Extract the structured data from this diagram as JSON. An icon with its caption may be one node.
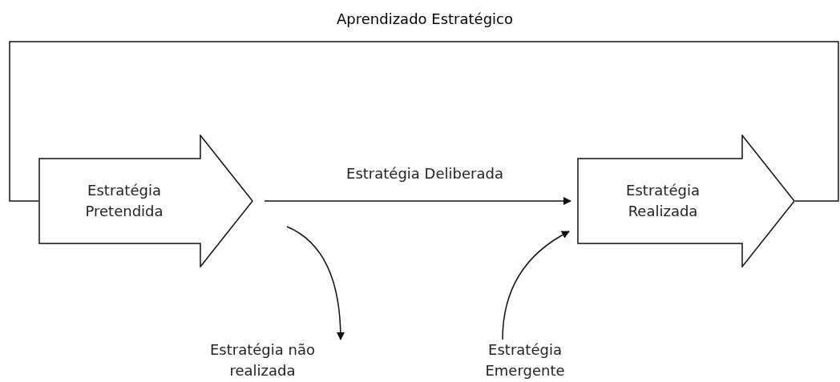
{
  "diagram": {
    "nodes": [
      {
        "text": [
          "Estratégia Pretendida"
        ]
      },
      {
        "text": [
          "Estratégia Realizada"
        ]
      },
      {
        "text": [
          "Estratégia não realizada"
        ]
      },
      {
        "text": [
          "Estratégia Emergente"
        ]
      }
    ],
    "edges": [
      {
        "from": 0,
        "to": 1,
        "arrow": "to",
        "label": "Estratégia Deliberada"
      },
      {
        "from": 0,
        "to": 2,
        "arrow": "to"
      },
      {
        "from": 3,
        "to": 1,
        "arrow": "to"
      },
      {
        "from": 1,
        "to": 0,
        "arrow": "none",
        "label": "Aprendizado Estratégico"
      }
    ]
  }
}
